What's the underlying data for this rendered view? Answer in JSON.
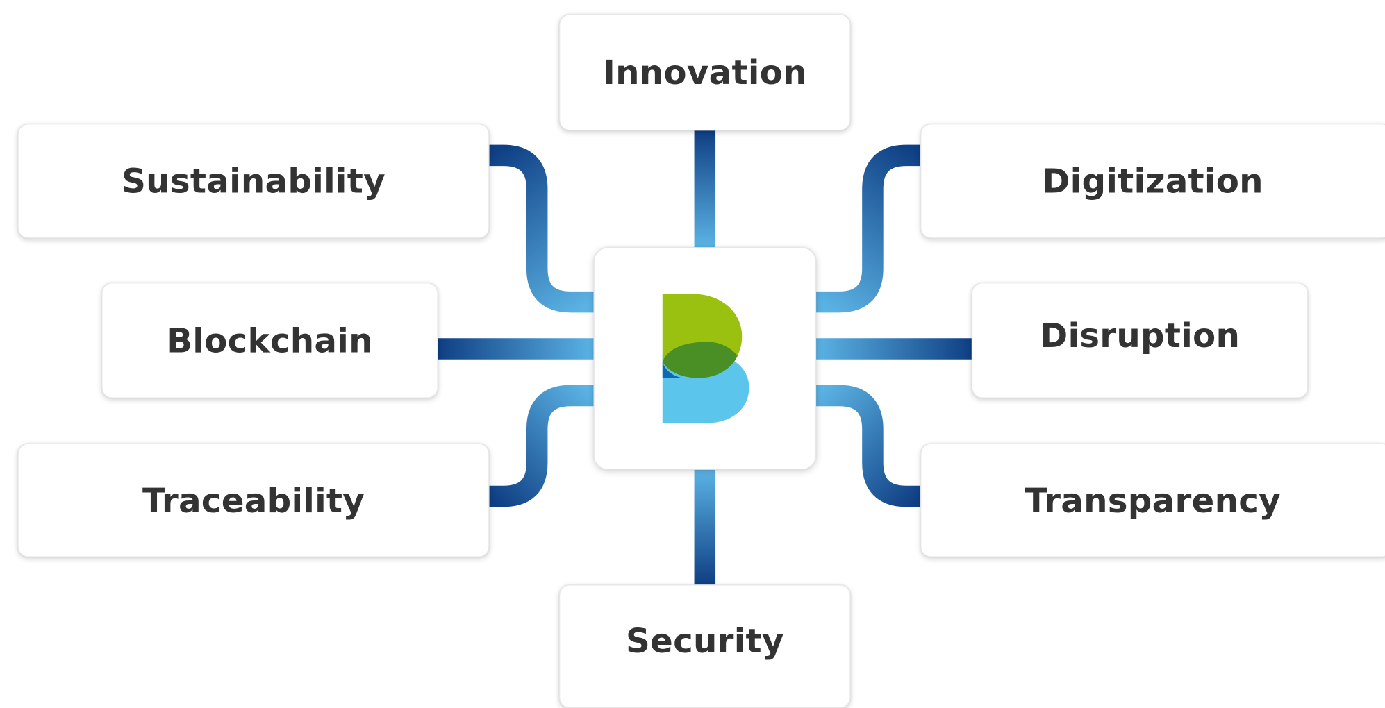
{
  "hub": {
    "logo_icon": "letter-b-logo-icon",
    "colors": {
      "green": "#9bc110",
      "blue_light": "#5bc5ec",
      "overlap": "#4a8f25",
      "blue_dark": "#1068b0"
    }
  },
  "nodes": {
    "innovation": "Innovation",
    "sustainability": "Sustainability",
    "digitization": "Digitization",
    "blockchain": "Blockchain",
    "disruption": "Disruption",
    "traceability": "Traceability",
    "transparency": "Transparency",
    "security": "Security"
  },
  "connector_colors": {
    "dark": "#0f3f84",
    "light": "#5bb3e4"
  }
}
